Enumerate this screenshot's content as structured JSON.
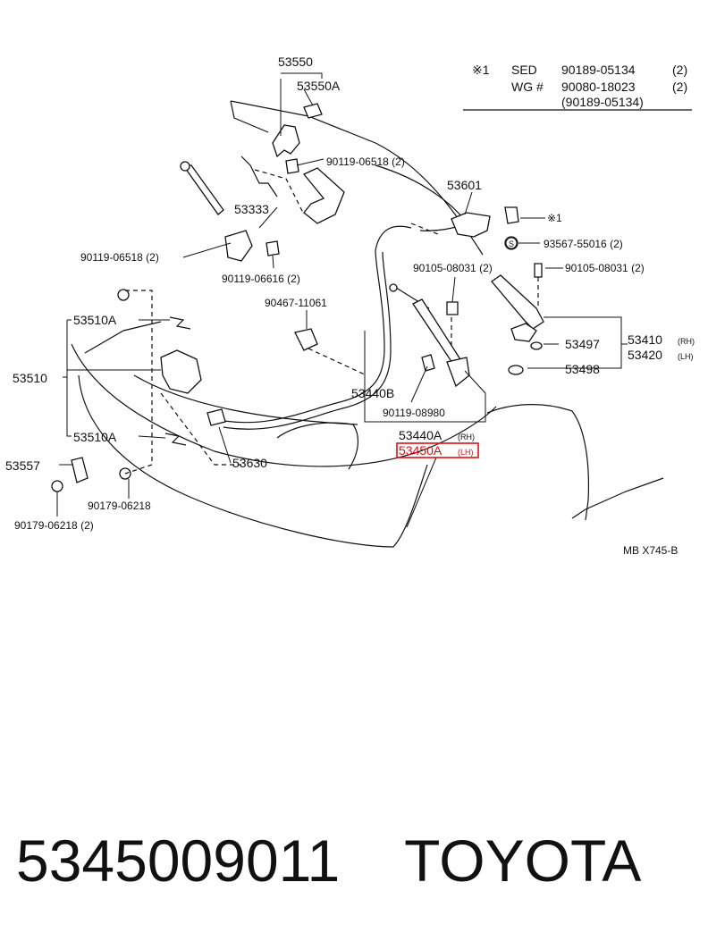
{
  "header_note": {
    "symbol": "※1",
    "rows": [
      {
        "variant": "SED",
        "part": "90189-05134",
        "qty": "(2)"
      },
      {
        "variant": "WG #",
        "part": "90080-18023",
        "qty": "(2)"
      },
      {
        "variant": "",
        "part": "(90189-05134)",
        "qty": ""
      }
    ]
  },
  "labels": {
    "p53550": "53550",
    "p53550a": "53550A",
    "p90119_06518_top": "90119-06518 (2)",
    "p53601": "53601",
    "p53333": "53333",
    "star1": "※1",
    "p90119_06518_left": "90119-06518 (2)",
    "p93567": "93567-55016 (2)",
    "p90119_06616": "90119-06616 (2)",
    "p90105_a": "90105-08031 (2)",
    "p90105_b": "90105-08031 (2)",
    "p90467": "90467-11061",
    "p53510a_top": "53510A",
    "p53497": "53497",
    "p53410": "53410",
    "p53410_sfx": "(RH)",
    "p53420": "53420",
    "p53420_sfx": "(LH)",
    "p53510": "53510",
    "p53498": "53498",
    "p53440b": "53440B",
    "p90119_08980": "90119-08980",
    "p53510a_bot": "53510A",
    "p53440a": "53440A",
    "p53440a_sfx": "(RH)",
    "p53450a": "53450A",
    "p53450a_sfx": "(LH)",
    "p53630": "53630",
    "p53557": "53557",
    "p90179_06218_a": "90179-06218",
    "p90179_06218_b": "90179-06218 (2)",
    "figure_code": "MB X745-B",
    "s_mark": "S"
  },
  "highlight_color": "#dd1111",
  "footer": {
    "part_number": "5345009011",
    "brand": "TOYOTA"
  }
}
